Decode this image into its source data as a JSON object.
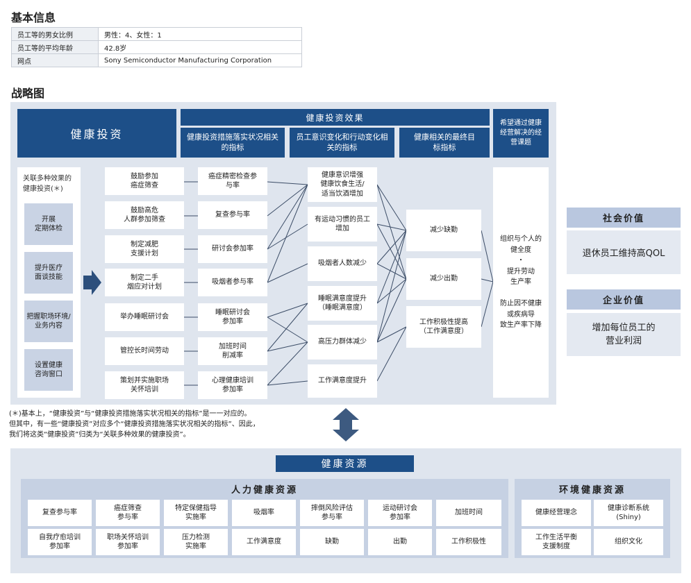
{
  "basic_info": {
    "title": "基本信息",
    "rows": [
      {
        "label": "员工等的男女比例",
        "value": "男性：4、女性：1"
      },
      {
        "label": "员工等的平均年龄",
        "value": "42.8岁"
      },
      {
        "label": "网点",
        "value": "Sony Semiconductor Manufacturing Corporation"
      }
    ]
  },
  "strategy": {
    "title": "战略图",
    "header_health_investment": "健康投资",
    "header_effects": "健康投资效果",
    "sub_measures": "健康投资措施落实状况相关的指标",
    "sub_awareness": "员工意识变化和行动变化相关的指标",
    "sub_final": "健康相关的最终目标指标",
    "header_goal": "希望通过健康经营解决的经营课题",
    "multi_title": "关联多种效果的健康投资(＊)",
    "multi_items": [
      "开展\n定期体检",
      "提升医疗\n面谈技能",
      "把握职场环境/\n业务内容",
      "设置健康\n咨询窗口"
    ],
    "investments": [
      "鼓励参加\n癌症筛查",
      "鼓励高危\n人群参加筛查",
      "制定减肥\n支援计划",
      "制定二手\n烟应对计划",
      "举办睡眠研讨会",
      "管控长时间劳动",
      "策划并实施职场\n关怀培训"
    ],
    "measures": [
      "癌症精密检查参\n与率",
      "复查参与率",
      "研讨会参加率",
      "吸烟者参与率",
      "睡眠研讨会\n参加率",
      "加班时间\n削减率",
      "心理健康培训\n参加率"
    ],
    "awareness": [
      "健康意识增强\n健康饮食生活/\n适当饮酒增加",
      "有运动习惯的员工\n增加",
      "吸烟者人数减少",
      "睡眠满意度提升\n（睡眠满意度）",
      "高压力群体减少",
      "工作满意度提升"
    ],
    "final": [
      "减少缺勤",
      "减少出勤",
      "工作积极性提高\n（工作满意度）"
    ],
    "goal_text": "组织与个人的\n健全度\n・\n提升劳动\n生产率\n\n防止因不健康\n或疾病导\n致生产率下降",
    "social_title": "社会价值",
    "social_text": "退休员工维持高QOL",
    "corp_title": "企业价值",
    "corp_text": "增加每位员工的\n营业利润",
    "footnote": "(＊)基本上，“健康投资”与“健康投资措施落实状况相关的指标”是一一对应的。\n但其中，有一些“健康投资”对应多个“健康投资措施落实状况相关的指标”、因此，\n我们将这类“健康投资”归类为“关联多种效果的健康投资”。"
  },
  "resources": {
    "title": "健康资源",
    "human_title": "人力健康资源",
    "human_items": [
      "复查参与率",
      "癌症筛查\n参与率",
      "特定保健指导\n实施率",
      "吸烟率",
      "摔倒风险评估\n参与率",
      "运动研讨会\n参加率",
      "加班时间",
      "自我疗愈培训\n参加率",
      "职场关怀培训\n参加率",
      "压力检测\n实施率",
      "工作满意度",
      "缺勤",
      "出勤",
      "工作积极性"
    ],
    "env_title": "环境健康资源",
    "env_items": [
      "健康经营理念",
      "健康诊断系统\n(Shiny)",
      "工作生活平衡\n支援制度",
      "组织文化"
    ]
  },
  "colors": {
    "navy": "#1d4f88",
    "light_panel": "#dfe5ee",
    "light_blue_box": "#c9d3e4",
    "header_blue": "#b9c7df"
  }
}
